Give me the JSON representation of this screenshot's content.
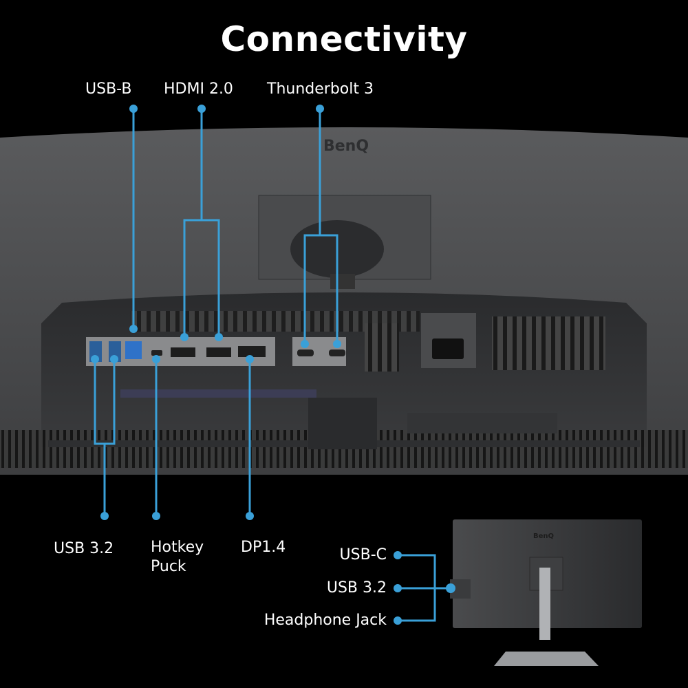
{
  "title": "Connectivity",
  "brand_logo": "BenQ",
  "accent_color": "#3aa0d8",
  "main_callouts": {
    "usb_b": "USB-B",
    "hdmi": "HDMI 2.0",
    "thunderbolt": "Thunderbolt 3",
    "usb32": "USB 3.2",
    "hotkey": "Hotkey Puck",
    "dp": "DP1.4"
  },
  "side_callouts": {
    "usb_c": "USB-C",
    "usb32": "USB 3.2",
    "headphone": "Headphone Jack"
  }
}
